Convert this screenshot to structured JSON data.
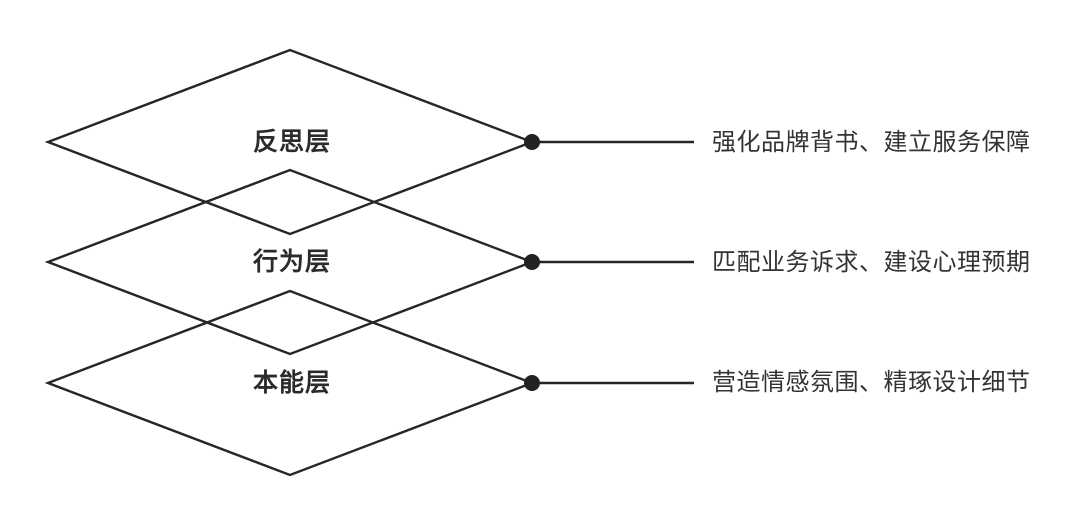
{
  "diagram": {
    "layers": [
      {
        "name": "反思层",
        "annotation": "强化品牌背书、建立服务保障"
      },
      {
        "name": "行为层",
        "annotation": "匹配业务诉求、建设心理预期"
      },
      {
        "name": "本能层",
        "annotation": "营造情感氛围、精琢设计细节"
      }
    ],
    "colors": {
      "stroke": "#262626",
      "dot": "#222222",
      "layer_label_text": "#2b2b2b",
      "annotation_text": "#333333",
      "background": "#ffffff"
    }
  }
}
